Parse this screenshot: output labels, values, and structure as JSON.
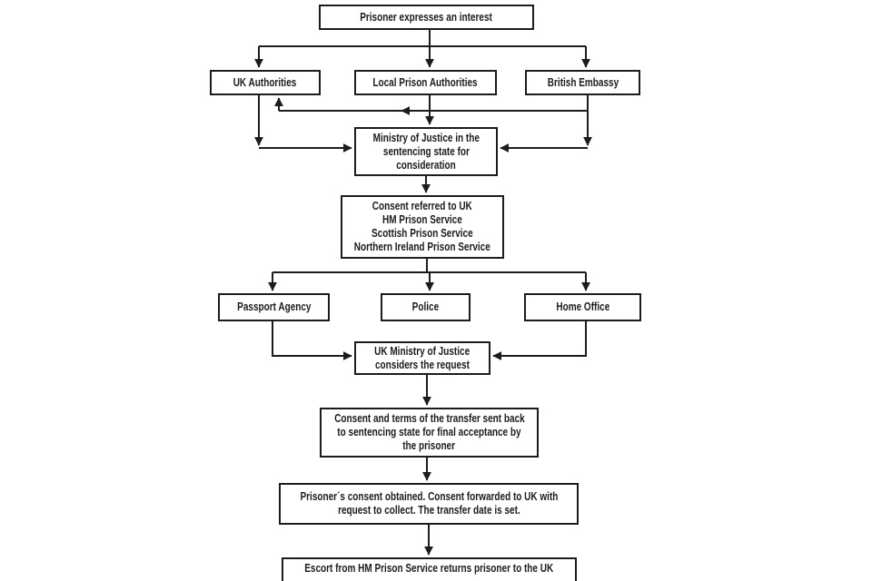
{
  "diagram": {
    "type": "flowchart",
    "nodes": {
      "prisoner_interest": {
        "label": "Prisoner expresses an interest"
      },
      "uk_authorities": {
        "label": "UK Authorities"
      },
      "local_prison_authorities": {
        "label": "Local Prison Authorities"
      },
      "british_embassy": {
        "label": "British Embassy"
      },
      "ministry_sentencing": {
        "lines": [
          "Ministry of Justice in the",
          "sentencing state for",
          "consideration"
        ]
      },
      "consent_referred": {
        "lines": [
          "Consent referred to UK",
          "HM Prison Service",
          "Scottish Prison Service",
          "Northern Ireland Prison Service"
        ]
      },
      "passport_agency": {
        "label": "Passport Agency"
      },
      "police": {
        "label": "Police"
      },
      "home_office": {
        "label": "Home Office"
      },
      "uk_ministry": {
        "lines": [
          "UK Ministry of Justice",
          "considers the request"
        ]
      },
      "consent_terms": {
        "lines": [
          "Consent and terms of the transfer sent back",
          "to sentencing state for final acceptance by",
          "the prisoner"
        ]
      },
      "prisoner_consent": {
        "lines": [
          "Prisoner´s consent obtained. Consent forwarded to UK with",
          "request to collect. The transfer date is set."
        ]
      },
      "escort": {
        "label": "Escort from HM Prison Service returns prisoner to the UK"
      }
    },
    "colors": {
      "line": "#1c1c1c",
      "border": "#1c1c1c",
      "text": "#1c1c1c",
      "fill": "#ffffff",
      "background": "#ffffff"
    }
  }
}
